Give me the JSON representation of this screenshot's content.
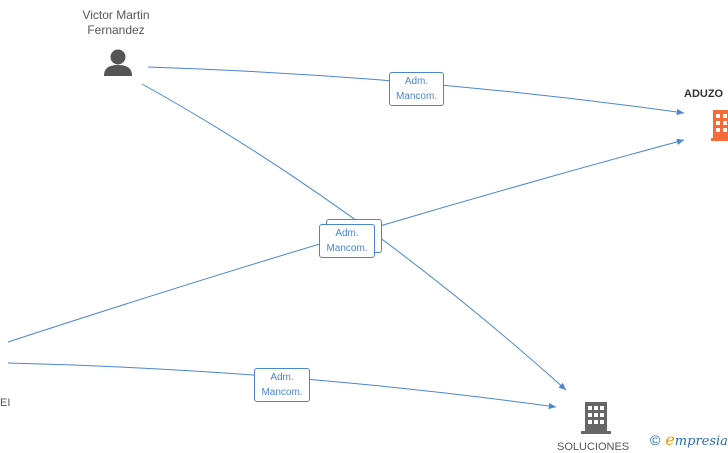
{
  "nodes": {
    "person": {
      "name": "Victor Martin\nFernandez",
      "icon": "person-icon"
    },
    "company_aduzo": {
      "label": "ADUZO",
      "icon": "building-icon",
      "color": "#f26c3a"
    },
    "company_soluciones": {
      "label": "SOLUCIONES",
      "icon": "building-icon",
      "color": "#666666"
    },
    "partial_left": {
      "label": "EI"
    }
  },
  "relations": [
    {
      "line1": "Adm.",
      "line2": "Mancom."
    },
    {
      "line1": "Adm.",
      "line2": "Mancom."
    },
    {
      "line1": "Adm.",
      "line2": "Mancom."
    }
  ],
  "colors": {
    "edge": "#4a86d0",
    "accent": "#f26c3a",
    "brand": "#2a6db5",
    "brand_e": "#f39200"
  },
  "footer": {
    "copyright": "©",
    "brand_e": "e",
    "brand_rest": "mpresia"
  }
}
